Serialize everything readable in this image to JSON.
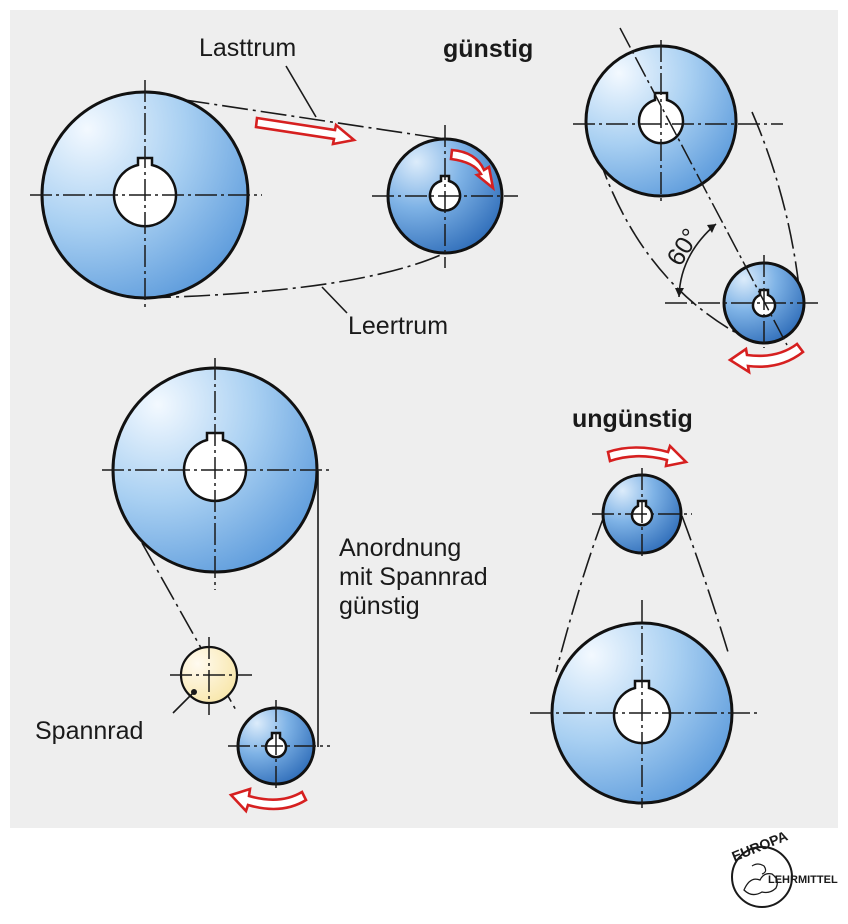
{
  "labels": {
    "lasttrum": "Lasttrum",
    "leertrum": "Leertrum",
    "guenstig": "günstig",
    "ungguenstig": "ungünstig",
    "angle": "60°",
    "anordnung_line1": "Anordnung",
    "anordnung_line2": "mit Spannrad",
    "anordnung_line3": "günstig",
    "spannrad": "Spannrad"
  },
  "logo": {
    "top_text": "EUROPA",
    "side_text": "LEHRMITTEL"
  },
  "colors": {
    "panel_background": "#eeeeee",
    "pulley_light": "#e6f2fc",
    "pulley_dark": "#1f5fb0",
    "tension_pulley": "#fbeeb8",
    "direction_arrow": "#d62020",
    "line": "#1a1a1a"
  }
}
